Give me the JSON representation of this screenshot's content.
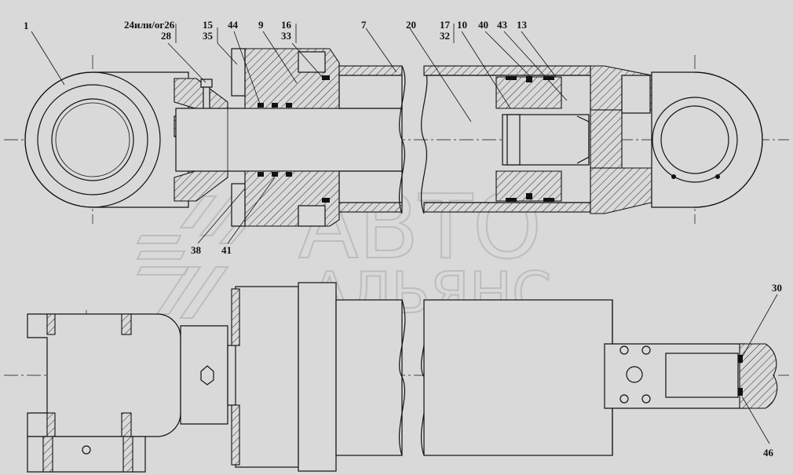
{
  "watermark": {
    "line1": "АВТО",
    "line2": "АЛЬЯНС"
  },
  "callouts": {
    "c1": "1",
    "c24": "24или/ог26",
    "c28": "28",
    "c15": "15",
    "c35": "35",
    "c44": "44",
    "c9": "9",
    "c16": "16",
    "c33": "33",
    "c7": "7",
    "c20": "20",
    "c17": "17",
    "c32": "32",
    "c10": "10",
    "c40": "40",
    "c43": "43",
    "c13": "13",
    "c38": "38",
    "c41": "41",
    "c30": "30",
    "c46": "46"
  },
  "colors": {
    "background": "#d9d9d9",
    "line": "#111111",
    "watermark": "#bdbdbd"
  }
}
